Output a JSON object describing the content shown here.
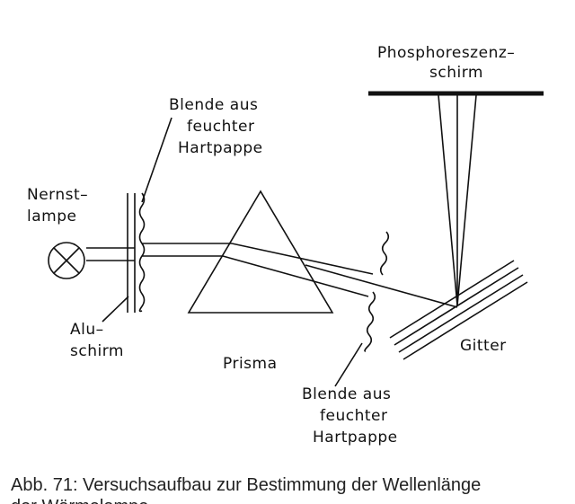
{
  "labels": {
    "phosphor_line1": "Phosphoreszenz–",
    "phosphor_line2": "schirm",
    "blende_top_1": "Blende aus",
    "blende_top_2": "feuchter",
    "blende_top_3": "Hartpappe",
    "nernst_1": "Nernst–",
    "nernst_2": "lampe",
    "alu_1": "Alu–",
    "alu_2": "schirm",
    "prisma": "Prisma",
    "gitter": "Gitter",
    "blende_bottom_1": "Blende aus",
    "blende_bottom_2": "feuchter",
    "blende_bottom_3": "Hartpappe"
  },
  "caption": {
    "line1": "Abb. 71: Versuchsaufbau zur Bestimmung der Wellenlänge",
    "line2": "der Wärmelampe"
  },
  "colors": {
    "ink": "#111111",
    "background": "#ffffff"
  }
}
